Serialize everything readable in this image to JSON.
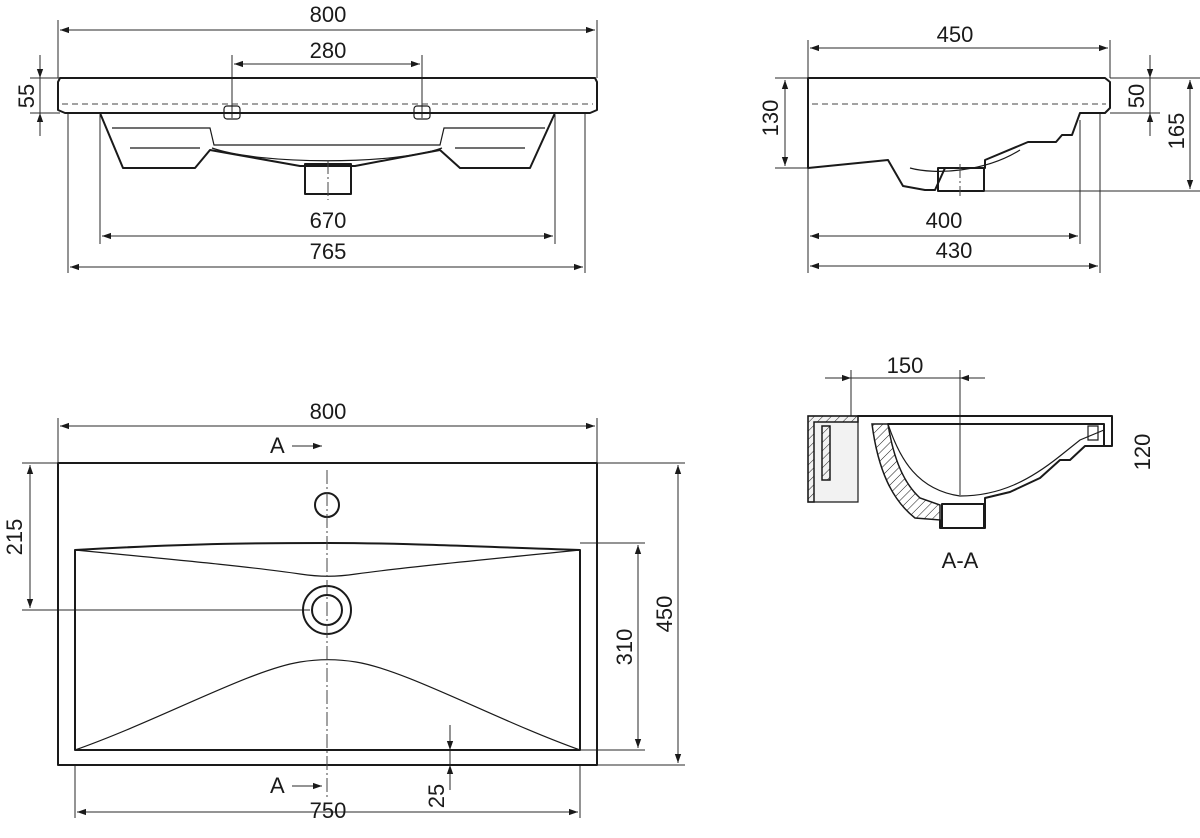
{
  "views": {
    "front": {
      "dims": {
        "total_width": "800",
        "tap_spacing": "280",
        "rim_height": "55",
        "bowl_width": "670",
        "base_width": "765"
      }
    },
    "side": {
      "dims": {
        "depth": "450",
        "height": "130",
        "rim": "50",
        "overall_height": "165",
        "bowl_depth": "400",
        "base_depth": "430"
      }
    },
    "top": {
      "dims": {
        "total_width": "800",
        "tap_offset": "215",
        "bowl_depth": "310",
        "total_depth": "450",
        "front_margin": "25",
        "bowl_width": "750"
      },
      "section_marker": "A"
    },
    "section": {
      "dims": {
        "drain_offset": "150",
        "depth": "120"
      },
      "label": "A-A"
    }
  }
}
